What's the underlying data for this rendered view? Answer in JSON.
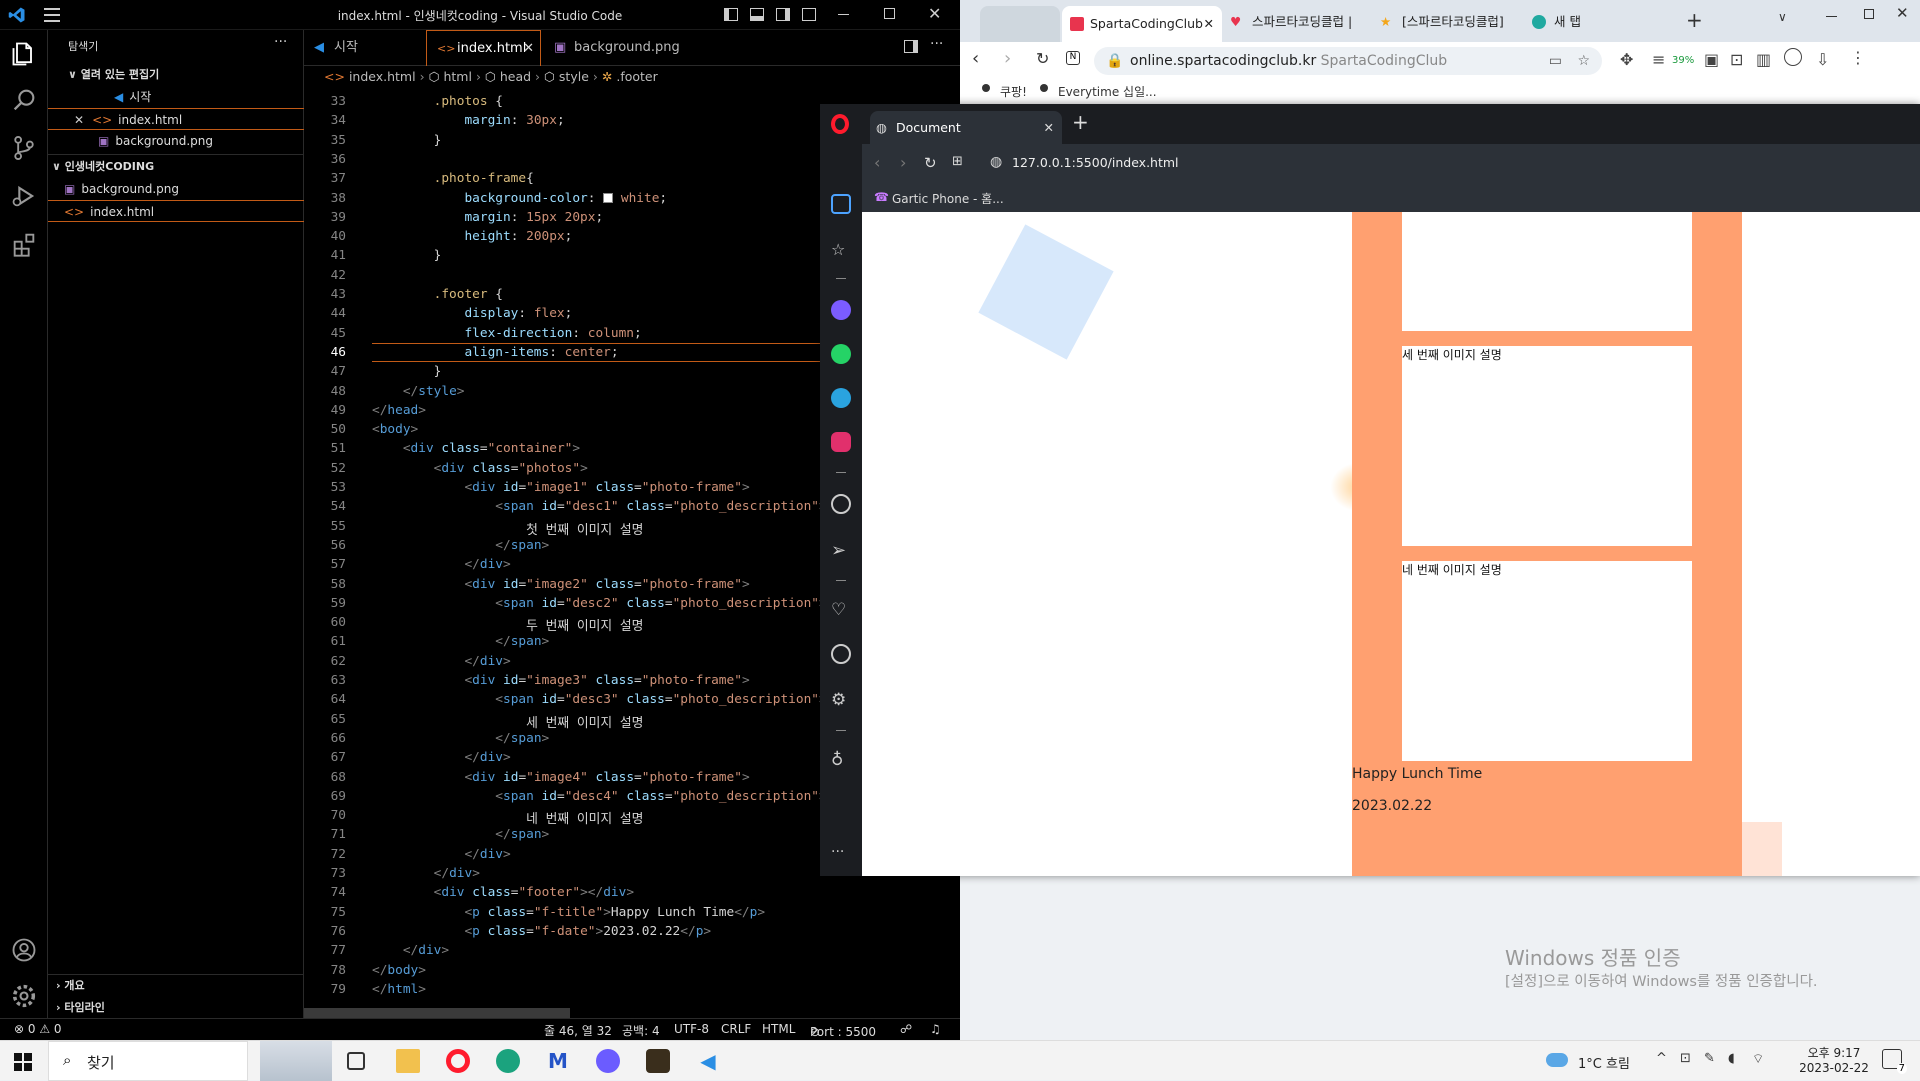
{
  "vscode": {
    "title": "index.html - 인생네컷coding - Visual Studio Code",
    "explorer_title": "탐색기",
    "open_editors_label": "열려 있는 편집기",
    "open_editors": [
      "시작",
      "index.html",
      "background.png"
    ],
    "folder_label": "인생네컷CODING",
    "folder_files": [
      "background.png",
      "index.html"
    ],
    "outline_label": "개요",
    "timeline_label": "타임라인",
    "tabs": [
      "시작",
      "index.html",
      "background.png"
    ],
    "breadcrumb": [
      "index.html",
      "html",
      "head",
      "style",
      ".footer"
    ],
    "code_lines": [
      {
        "n": "33",
        "html": "        <span class='p'>.photos</span> {"
      },
      {
        "n": "34",
        "html": "            <span class='k'>margin</span>: <span class='v'>30px</span>;"
      },
      {
        "n": "35",
        "html": "        }"
      },
      {
        "n": "36",
        "html": ""
      },
      {
        "n": "37",
        "html": "        <span class='p'>.photo-frame</span>{"
      },
      {
        "n": "38",
        "html": "            <span class='k'>background-color</span>: <span style='display:inline-block;width:10px;height:10px;background:#fff;border:1px solid #888;vertical-align:middle'></span> <span class='v'>white</span>;"
      },
      {
        "n": "39",
        "html": "            <span class='k'>margin</span>: <span class='v'>15px 20px</span>;"
      },
      {
        "n": "40",
        "html": "            <span class='k'>height</span>: <span class='v'>200px</span>;"
      },
      {
        "n": "41",
        "html": "        }"
      },
      {
        "n": "42",
        "html": ""
      },
      {
        "n": "43",
        "html": "        <span class='p'>.footer</span> {"
      },
      {
        "n": "44",
        "html": "            <span class='k'>display</span>: <span class='v'>flex</span>;"
      },
      {
        "n": "45",
        "html": "            <span class='k'>flex-direction</span>: <span class='v'>column</span>;"
      },
      {
        "n": "46",
        "html": "            <span class='k'>align-items</span>: <span class='v'>center</span>;"
      },
      {
        "n": "47",
        "html": "        }"
      },
      {
        "n": "48",
        "html": "    <span class='g'>&lt;/</span><span class='t'>style</span><span class='g'>&gt;</span>"
      },
      {
        "n": "49",
        "html": "<span class='g'>&lt;/</span><span class='t'>head</span><span class='g'>&gt;</span>"
      },
      {
        "n": "50",
        "html": "<span class='g'>&lt;</span><span class='t'>body</span><span class='g'>&gt;</span>"
      },
      {
        "n": "51",
        "html": "    <span class='g'>&lt;</span><span class='t'>div</span> <span class='a'>class</span>=<span class='s'>\"container\"</span><span class='g'>&gt;</span>"
      },
      {
        "n": "52",
        "html": "        <span class='g'>&lt;</span><span class='t'>div</span> <span class='a'>class</span>=<span class='s'>\"photos\"</span><span class='g'>&gt;</span>"
      },
      {
        "n": "53",
        "html": "            <span class='g'>&lt;</span><span class='t'>div</span> <span class='a'>id</span>=<span class='s'>\"image1\"</span> <span class='a'>class</span>=<span class='s'>\"photo-frame\"</span><span class='g'>&gt;</span>"
      },
      {
        "n": "54",
        "html": "                <span class='g'>&lt;</span><span class='t'>span</span> <span class='a'>id</span>=<span class='s'>\"desc1\"</span> <span class='a'>class</span>=<span class='s'>\"photo_description\"</span><span class='g'>&gt;</span>"
      },
      {
        "n": "55",
        "html": "                    첫 번째 이미지 설명"
      },
      {
        "n": "56",
        "html": "                <span class='g'>&lt;/</span><span class='t'>span</span><span class='g'>&gt;</span>"
      },
      {
        "n": "57",
        "html": "            <span class='g'>&lt;/</span><span class='t'>div</span><span class='g'>&gt;</span>"
      },
      {
        "n": "58",
        "html": "            <span class='g'>&lt;</span><span class='t'>div</span> <span class='a'>id</span>=<span class='s'>\"image2\"</span> <span class='a'>class</span>=<span class='s'>\"photo-frame\"</span><span class='g'>&gt;</span>"
      },
      {
        "n": "59",
        "html": "                <span class='g'>&lt;</span><span class='t'>span</span> <span class='a'>id</span>=<span class='s'>\"desc2\"</span> <span class='a'>class</span>=<span class='s'>\"photo_description\"</span><span class='g'>&gt;</span>"
      },
      {
        "n": "60",
        "html": "                    두 번째 이미지 설명"
      },
      {
        "n": "61",
        "html": "                <span class='g'>&lt;/</span><span class='t'>span</span><span class='g'>&gt;</span>"
      },
      {
        "n": "62",
        "html": "            <span class='g'>&lt;/</span><span class='t'>div</span><span class='g'>&gt;</span>"
      },
      {
        "n": "63",
        "html": "            <span class='g'>&lt;</span><span class='t'>div</span> <span class='a'>id</span>=<span class='s'>\"image3\"</span> <span class='a'>class</span>=<span class='s'>\"photo-frame\"</span><span class='g'>&gt;</span>"
      },
      {
        "n": "64",
        "html": "                <span class='g'>&lt;</span><span class='t'>span</span> <span class='a'>id</span>=<span class='s'>\"desc3\"</span> <span class='a'>class</span>=<span class='s'>\"photo_description\"</span><span class='g'>&gt;</span>"
      },
      {
        "n": "65",
        "html": "                    세 번째 이미지 설명"
      },
      {
        "n": "66",
        "html": "                <span class='g'>&lt;/</span><span class='t'>span</span><span class='g'>&gt;</span>"
      },
      {
        "n": "67",
        "html": "            <span class='g'>&lt;/</span><span class='t'>div</span><span class='g'>&gt;</span>"
      },
      {
        "n": "68",
        "html": "            <span class='g'>&lt;</span><span class='t'>div</span> <span class='a'>id</span>=<span class='s'>\"image4\"</span> <span class='a'>class</span>=<span class='s'>\"photo-frame\"</span><span class='g'>&gt;</span>"
      },
      {
        "n": "69",
        "html": "                <span class='g'>&lt;</span><span class='t'>span</span> <span class='a'>id</span>=<span class='s'>\"desc4\"</span> <span class='a'>class</span>=<span class='s'>\"photo_description\"</span><span class='g'>&gt;</span>"
      },
      {
        "n": "70",
        "html": "                    네 번째 이미지 설명"
      },
      {
        "n": "71",
        "html": "                <span class='g'>&lt;/</span><span class='t'>span</span><span class='g'>&gt;</span>"
      },
      {
        "n": "72",
        "html": "            <span class='g'>&lt;/</span><span class='t'>div</span><span class='g'>&gt;</span>"
      },
      {
        "n": "73",
        "html": "        <span class='g'>&lt;/</span><span class='t'>div</span><span class='g'>&gt;</span>"
      },
      {
        "n": "74",
        "html": "        <span class='g'>&lt;</span><span class='t'>div</span> <span class='a'>class</span>=<span class='s'>\"footer\"</span><span class='g'>&gt;&lt;/</span><span class='t'>div</span><span class='g'>&gt;</span>"
      },
      {
        "n": "75",
        "html": "            <span class='g'>&lt;</span><span class='t'>p</span> <span class='a'>class</span>=<span class='s'>\"f-title\"</span><span class='g'>&gt;</span>Happy Lunch Time<span class='g'>&lt;/</span><span class='t'>p</span><span class='g'>&gt;</span>"
      },
      {
        "n": "76",
        "html": "            <span class='g'>&lt;</span><span class='t'>p</span> <span class='a'>class</span>=<span class='s'>\"f-date\"</span><span class='g'>&gt;</span>2023.02.22<span class='g'>&lt;/</span><span class='t'>p</span><span class='g'>&gt;</span>"
      },
      {
        "n": "77",
        "html": "    <span class='g'>&lt;/</span><span class='t'>div</span><span class='g'>&gt;</span>"
      },
      {
        "n": "78",
        "html": "<span class='g'>&lt;/</span><span class='t'>body</span><span class='g'>&gt;</span>"
      },
      {
        "n": "79",
        "html": "<span class='g'>&lt;/</span><span class='t'>html</span><span class='g'>&gt;</span>"
      }
    ],
    "status": {
      "problems": "⊗ 0 ⚠ 0",
      "cursor": "줄 46, 열 32",
      "indent": "공백: 4",
      "encoding": "UTF-8",
      "eol": "CRLF",
      "language": "HTML",
      "port": "Port : 5500"
    }
  },
  "chrome": {
    "tabs": [
      "SpartaCodingClub",
      "스파르타코딩클럽 | ",
      "[스파르타코딩클럽] ",
      "새 탭"
    ],
    "url_host": "online.spartacodingclub.kr",
    "url_title": "SpartaCodingClub",
    "zoom": "39%",
    "bookmarks": [
      "쿠팡!",
      "Everytime 십일..."
    ],
    "watermark_title": "Windows 정품 인증",
    "watermark_sub": "[설정]으로 이동하여 Windows를 정품 인증합니다."
  },
  "opera": {
    "tab_title": "Document",
    "url": "127.0.0.1:5500/index.html",
    "bookmark": "Gartic Phone - 홈...",
    "page": {
      "desc3": "세 번째 이미지 설명",
      "desc4": "네 번째 이미지 설명",
      "f_title": "Happy Lunch Time",
      "f_date": "2023.02.22"
    }
  },
  "taskbar": {
    "search": "찾기",
    "weather": "1°C 흐림",
    "time": "오후 9:17",
    "date": "2023-02-22",
    "notification_count": "7"
  },
  "colors": {
    "accent_orange": "#c25b17",
    "photo_frame_bg": "#ffa070"
  }
}
